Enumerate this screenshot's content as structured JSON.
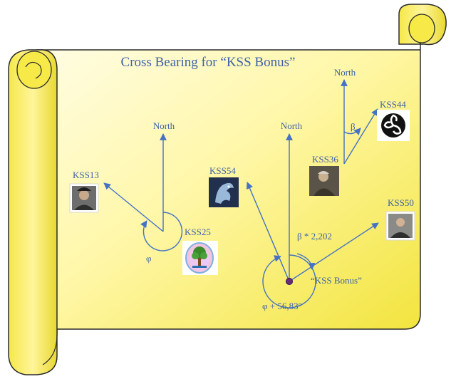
{
  "title": "Cross Bearing for “KSS Bonus”",
  "labels": {
    "north_left": "North",
    "north_center": "North",
    "north_right": "North",
    "kss13": "KSS13",
    "kss25": "KSS25",
    "kss54": "KSS54",
    "kss36": "KSS36",
    "kss44": "KSS44",
    "kss50": "KSS50",
    "phi": "φ",
    "beta": "β",
    "beta_expr": "β * 2,202",
    "phi_expr": "φ + 56,83°",
    "kss_bonus": "“KSS Bonus”"
  },
  "colors": {
    "scroll_fill_light": "#fffbd0",
    "scroll_fill_dark": "#f3e640",
    "scroll_outline": "#2b2b2b",
    "ray": "#4472c4",
    "text": "#3f62a8",
    "bonus_point": "#6a2a7a"
  },
  "icons": {
    "kss13": "person-photo",
    "kss25": "tree-emblem",
    "kss54": "dragon-emblem",
    "kss36": "person-photo",
    "kss44": "triskelion-emblem",
    "kss50": "person-photo"
  }
}
